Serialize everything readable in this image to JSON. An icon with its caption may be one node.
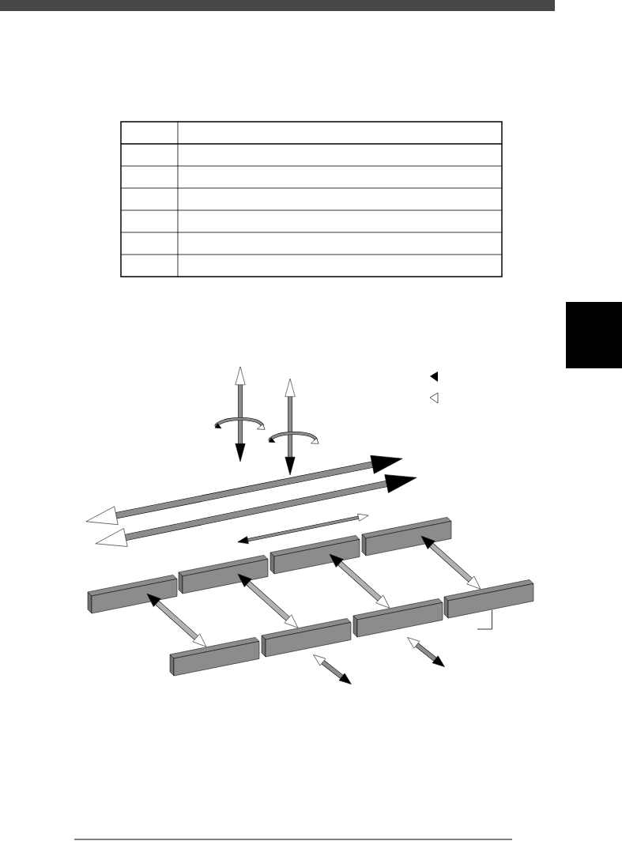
{
  "diagram": {
    "nodes": [
      {
        "text": [],
        "shape": "table"
      },
      {
        "text": [],
        "shape": "box"
      },
      {
        "text": [],
        "shape": "bar"
      },
      {
        "text": [],
        "shape": "bar"
      },
      {
        "text": [],
        "shape": "bar"
      },
      {
        "text": [],
        "shape": "bar"
      },
      {
        "text": [],
        "shape": "bar"
      },
      {
        "text": [],
        "shape": "bar"
      },
      {
        "text": [],
        "shape": "bar"
      },
      {
        "text": [],
        "shape": "bar"
      }
    ],
    "edges": [
      {
        "from": 2,
        "to": 6,
        "arrow": "both"
      },
      {
        "from": 3,
        "to": 7,
        "arrow": "both"
      },
      {
        "from": 4,
        "to": 8,
        "arrow": "both"
      },
      {
        "from": 5,
        "to": 9,
        "arrow": "both"
      },
      {
        "from": 9,
        "to": null,
        "arrow": "none"
      }
    ]
  }
}
